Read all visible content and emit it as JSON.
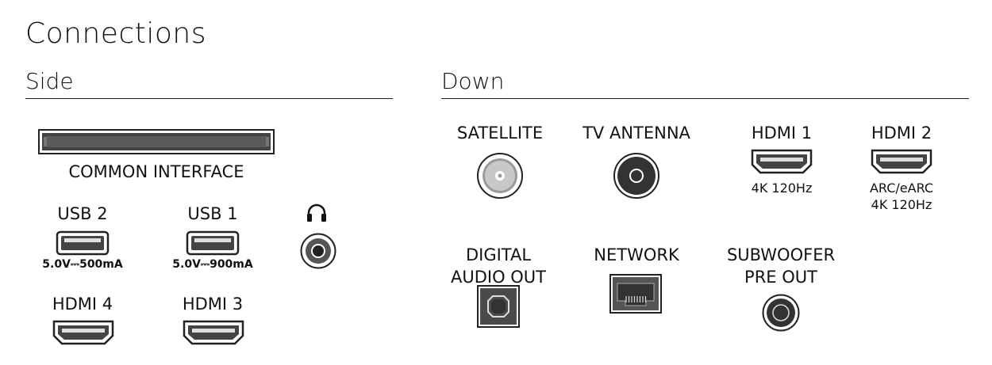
{
  "title": "Connections",
  "side": {
    "heading": "Side",
    "common_interface": "COMMON INTERFACE",
    "usb2": {
      "label": "USB 2",
      "spec": "5.0V⎓500mA"
    },
    "usb1": {
      "label": "USB 1",
      "spec": "5.0V⎓900mA"
    },
    "hdmi4": {
      "label": "HDMI 4"
    },
    "hdmi3": {
      "label": "HDMI 3"
    },
    "headphone": {
      "icon": "headphones-icon"
    }
  },
  "down": {
    "heading": "Down",
    "satellite": {
      "label": "SATELLITE"
    },
    "tv_antenna": {
      "label": "TV ANTENNA"
    },
    "hdmi1": {
      "label": "HDMI 1",
      "spec": "4K 120Hz"
    },
    "hdmi2": {
      "label": "HDMI 2",
      "spec_line1": "ARC/eARC",
      "spec_line2": "4K 120Hz"
    },
    "digital_audio_out": {
      "label_line1": "DIGITAL",
      "label_line2": "AUDIO OUT"
    },
    "network": {
      "label": "NETWORK"
    },
    "subwoofer": {
      "label_line1": "SUBWOOFER",
      "label_line2": "PRE OUT"
    }
  }
}
